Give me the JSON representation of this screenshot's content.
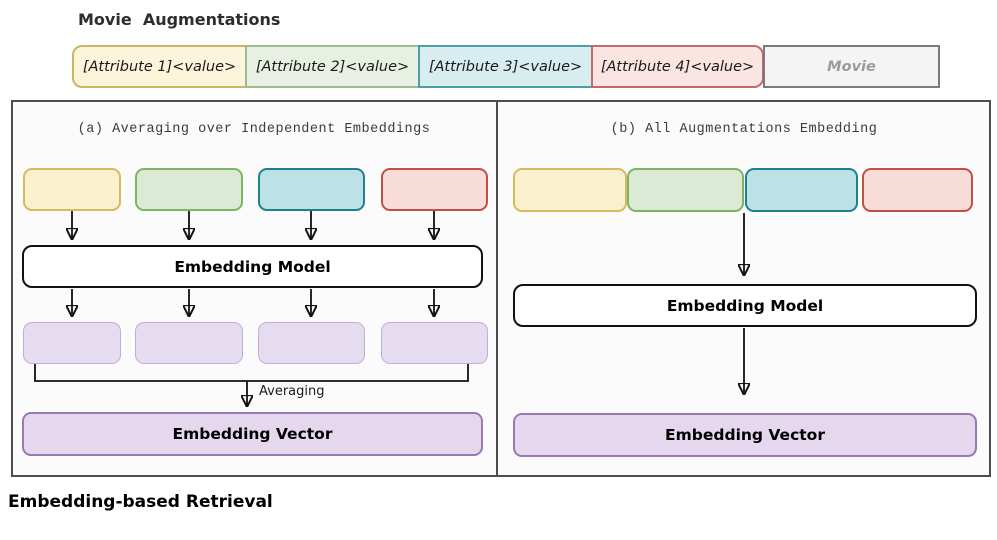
{
  "header": {
    "title": "Movie  Augmentations"
  },
  "augmentation_row": {
    "items": [
      {
        "label": "[Attribute 1]<value>",
        "bg": "#fcf5dc",
        "border": "#cdb568"
      },
      {
        "label": "[Attribute 2]<value>",
        "bg": "#e7f0e2",
        "border": "#9cbd8b"
      },
      {
        "label": "[Attribute 3]<value>",
        "bg": "#d8edf0",
        "border": "#4d9daa"
      },
      {
        "label": "[Attribute 4]<value>",
        "bg": "#fbe5e3",
        "border": "#c2696a"
      },
      {
        "label": "Movie",
        "bg": "#f4f4f4",
        "border": "#7a7a7a",
        "text_color": "#9b9b9b"
      }
    ]
  },
  "panel_a": {
    "title": "(a) Averaging over Independent Embeddings",
    "embedding_model_label": "Embedding Model",
    "averaging_label": "Averaging",
    "embedding_vector_label": "Embedding Vector"
  },
  "panel_b": {
    "title": "(b) All Augmentations Embedding",
    "embedding_model_label": "Embedding Model",
    "embedding_vector_label": "Embedding Vector"
  },
  "footer": {
    "label": "Embedding-based Retrieval"
  },
  "colors": {
    "attribute_yellow_bg": "#fbf0ce",
    "attribute_yellow_border": "#d6ba5e",
    "attribute_green_bg": "#dcead5",
    "attribute_green_border": "#7cb562",
    "attribute_cyan_bg": "#bce1e6",
    "attribute_cyan_border": "#1f808e",
    "attribute_red_bg": "#f8dcd8",
    "attribute_red_border": "#c14f46",
    "embedding_purple_bg": "#e6dcf0",
    "embedding_purple_border": "#c2addc",
    "vector_purple_bg": "#e4d7ee",
    "vector_purple_border": "#9879b6",
    "panel_border": "#4d4d4d",
    "arrow": "#111111"
  }
}
